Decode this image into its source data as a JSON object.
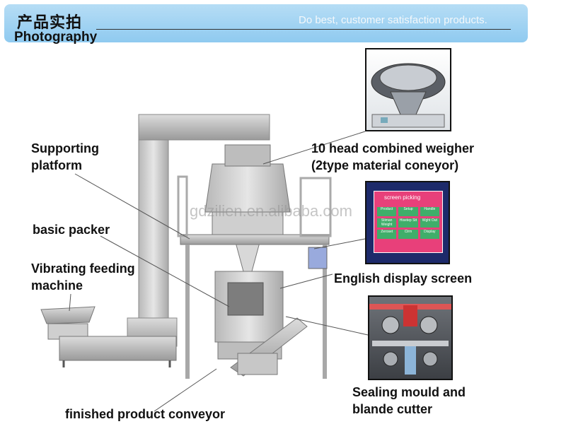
{
  "header": {
    "title_cn": "产品实拍",
    "title_en": "Photography",
    "slogan": "Do best, customer satisfaction products."
  },
  "watermark": "gdzilien.en.alibaba.com",
  "labels": {
    "supporting_platform": [
      "Supporting",
      "platform"
    ],
    "basic_packer": "basic packer",
    "vibrating_feeding": [
      "Vibrating feeding",
      "machine"
    ],
    "weigher": [
      "10 head combined weigher",
      "(2type material coneyor)"
    ],
    "display_screen": "English display screen",
    "sealing": [
      "Sealing mould and",
      "blande cutter"
    ],
    "conveyor": "finished product conveyor"
  },
  "screen": {
    "header_text": "screen picking",
    "buttons": [
      "Product",
      "Setup",
      "Handle",
      "Stiman Weight",
      "Hisetep Stt",
      "Wght Out",
      "Zeroset",
      "Clrm",
      "Display"
    ]
  },
  "colors": {
    "banner": "#8fcaf0",
    "steel": "#c9c9c9",
    "screen_bg": "#e8407a",
    "screen_button": "#3fae6a"
  }
}
